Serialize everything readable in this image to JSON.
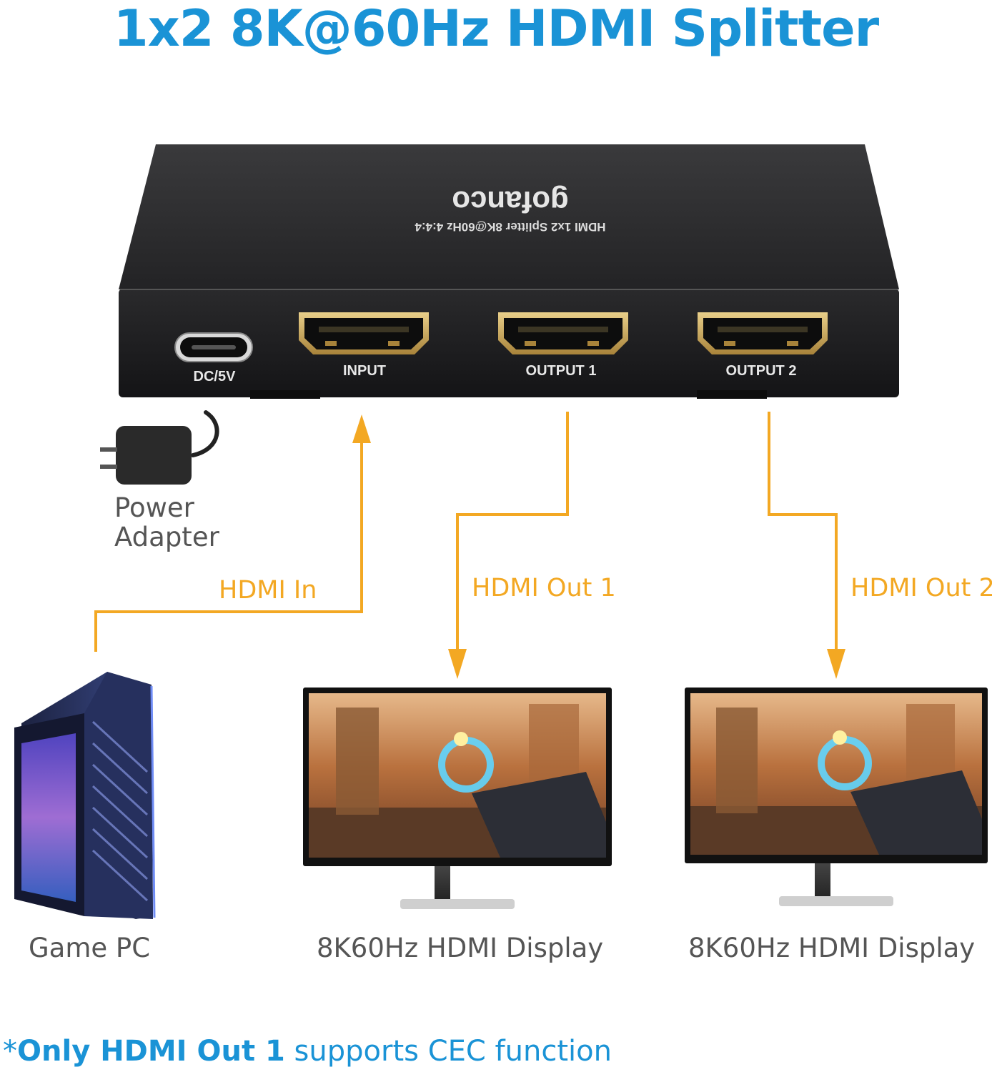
{
  "title": "1x2 8K@60Hz HDMI Splitter",
  "device": {
    "brand": "gofanco",
    "model_text": "HDMI 1x2 Splitter 8K@60Hz 4:4:4",
    "ports": {
      "dc": "DC/5V",
      "input": "INPUT",
      "output1": "OUTPUT 1",
      "output2": "OUTPUT 2"
    }
  },
  "labels": {
    "power_line1": "Power",
    "power_line2": "Adapter",
    "hdmi_in": "HDMI In",
    "hdmi_out1": "HDMI Out 1",
    "hdmi_out2": "HDMI Out 2",
    "game_pc": "Game PC",
    "display1": "8K60Hz HDMI Display",
    "display2": "8K60Hz HDMI Display"
  },
  "footnote": {
    "asterisk": "*",
    "emphasis": "Only HDMI Out 1",
    "rest": " supports CEC function"
  },
  "colors": {
    "title": "#1a93d6",
    "accent": "#f3a823",
    "footnote": "#1a93d6"
  }
}
